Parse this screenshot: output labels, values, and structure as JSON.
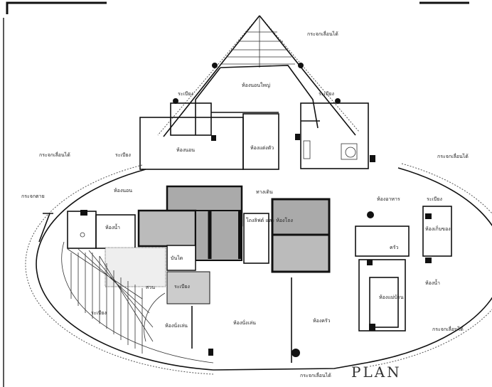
{
  "drawing": {
    "title": "PLAN",
    "labels": {
      "glass_top": "กระจกเลื่อนได้",
      "master_bedroom": "ห้องนอนใหญ่",
      "balcony_left": "ระเบียง",
      "balcony_right": "ระเบียง",
      "bedroom_left": "ห้องนอน",
      "dressing": "ห้องแต่งตัว",
      "glass_left": "กระจกเลื่อนได้",
      "balcony_lower_left": "ระเบียง",
      "glass_right": "กระจกเลื่อนได้",
      "room_left": "ห้องนอน",
      "fixed_glass": "กระจกตาย",
      "bedroom_small": "ห้องน้ำ",
      "corridor": "ทางเดิน",
      "lobby": "โถงลิฟต์ และ ห้องโถง",
      "dining": "ห้องอาหาร",
      "pantry": "ห้องเก็บของ",
      "service": "ครัว",
      "stair": "บันได",
      "garden": "สวน",
      "deck": "ระเบียง",
      "balcony_bottom": "ระเบียง",
      "living": "ห้องนั่งเล่น",
      "family": "ห้องนั่งเล่น",
      "kitchen": "ห้องครัว",
      "maid": "ห้องแม่บ้าน",
      "wc": "ห้องน้ำ",
      "glass_bottom_right": "กระจกเลื่อนได้",
      "glass_bottom": "กระจกเลื่อนได้",
      "balcony_right_low": "ระเบียง"
    }
  }
}
